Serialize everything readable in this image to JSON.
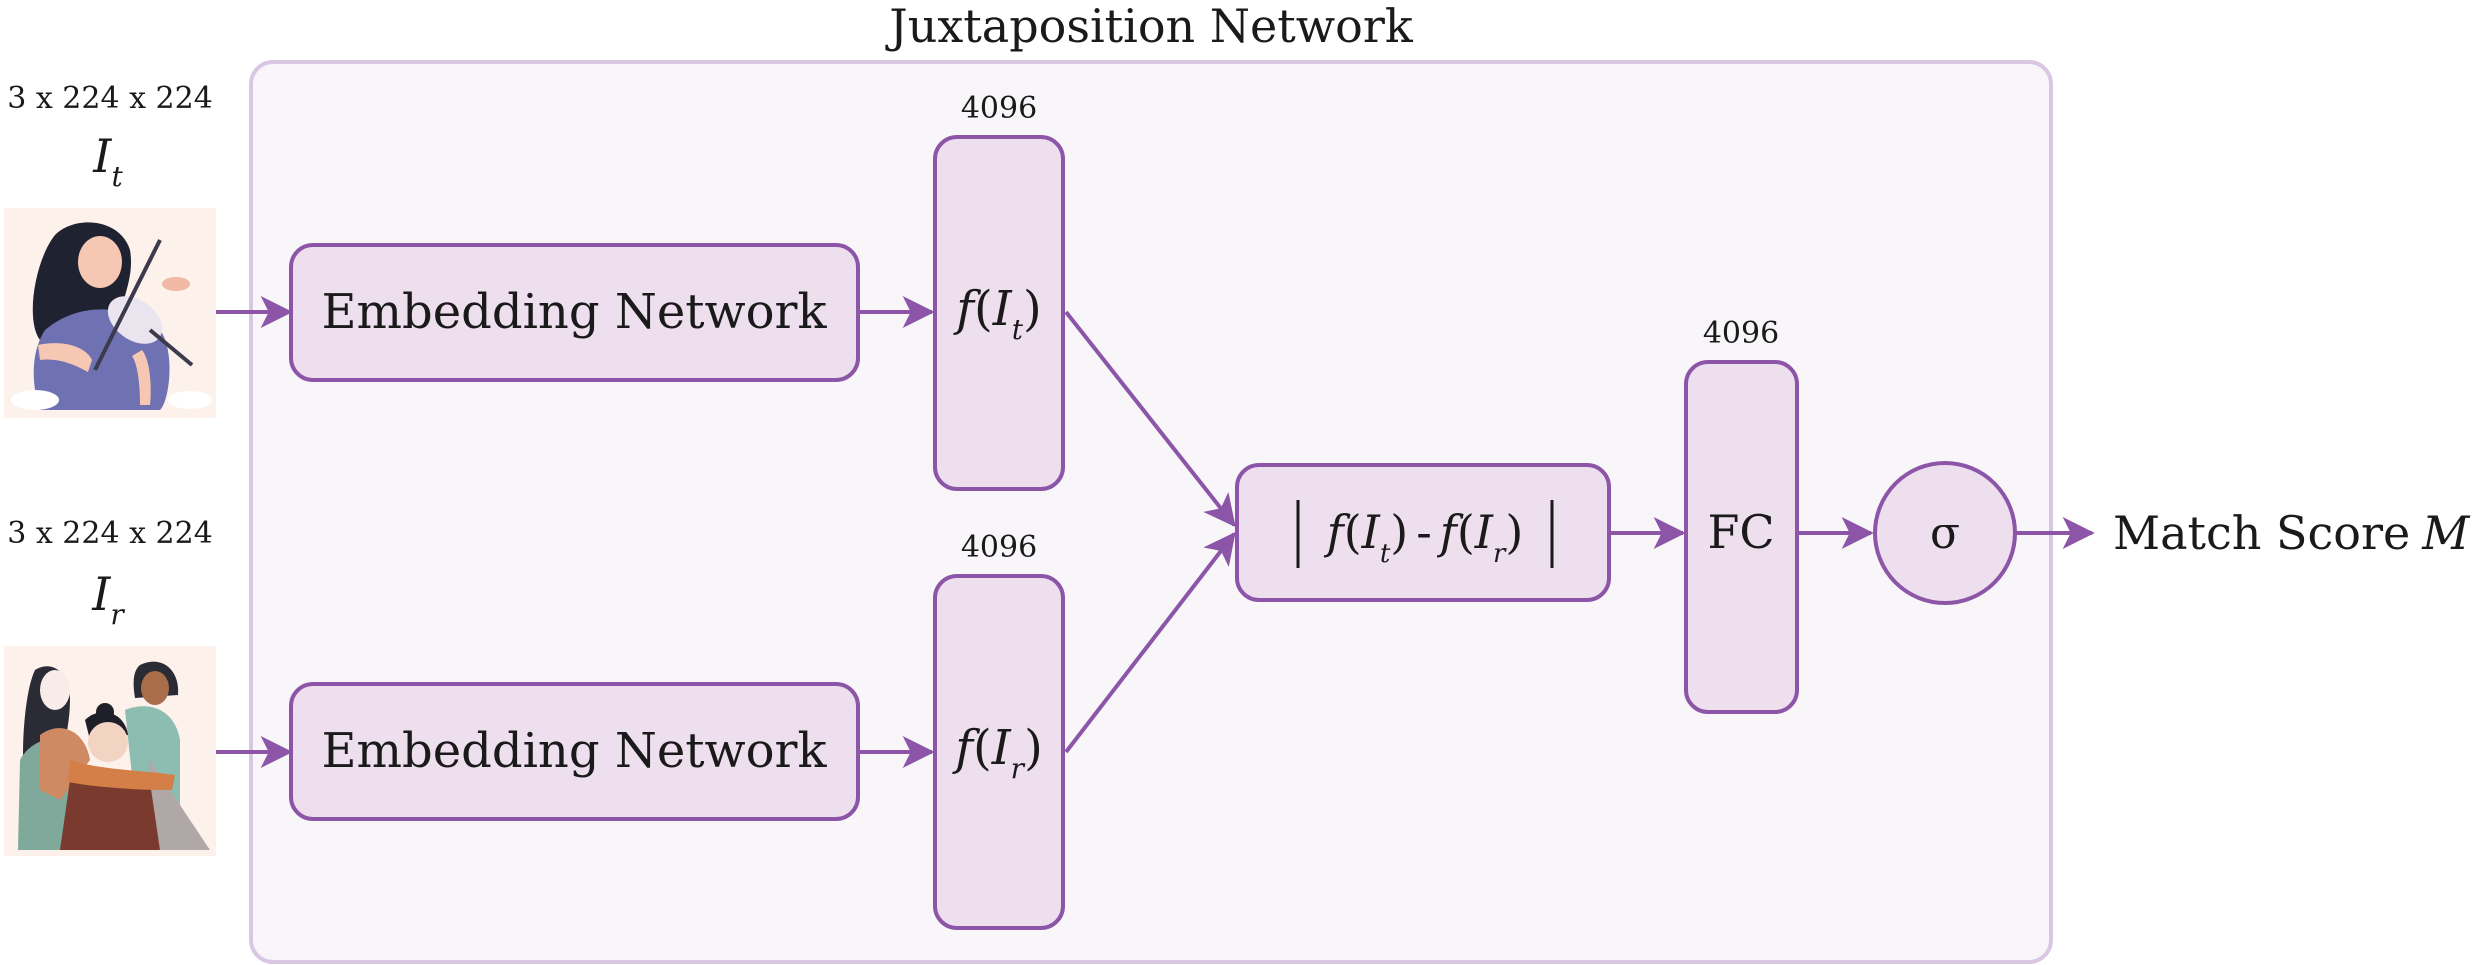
{
  "title": "Juxtaposition Network",
  "colors": {
    "frame_stroke": "#d7c7e3",
    "frame_fill": "#f8f6f9",
    "box_stroke": "#8c55a8",
    "box_fill": "#eddfee",
    "arrow": "#8c55a8",
    "text": "#1a1a1a"
  },
  "inputs": {
    "top": {
      "dims": "3 x 224 x 224",
      "symbol": "I",
      "subscript": "t",
      "image": "woman-playing-violin-illustration"
    },
    "bottom": {
      "dims": "3 x 224 x 224",
      "symbol": "I",
      "subscript": "r",
      "image": "group-of-three-people-illustration"
    }
  },
  "embedding": {
    "top_label": "Embedding Network",
    "bottom_label": "Embedding Network"
  },
  "features": {
    "top": {
      "dim": "4096",
      "func": "f",
      "arg": "I",
      "sub": "t"
    },
    "bottom": {
      "dim": "4096",
      "func": "f",
      "arg": "I",
      "sub": "r"
    }
  },
  "difference": {
    "left_func": "f",
    "left_arg": "I",
    "left_sub": "t",
    "op": "-",
    "right_func": "f",
    "right_arg": "I",
    "right_sub": "r"
  },
  "fc": {
    "dim": "4096",
    "label": "FC"
  },
  "sigmoid": {
    "label": "σ"
  },
  "output": {
    "label": "Match Score",
    "symbol": "M"
  }
}
